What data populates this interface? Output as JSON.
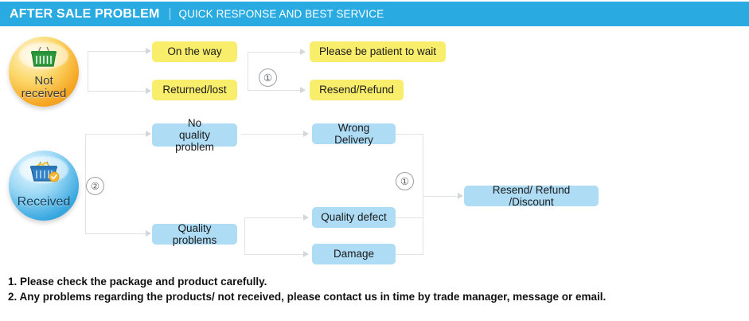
{
  "header": {
    "title": "AFTER SALE PROBLEM",
    "divider": "|",
    "subtitle": "QUICK RESPONSE AND BEST SERVICE",
    "background_color": "#29ABE2",
    "text_color": "#FFFFFF"
  },
  "colors": {
    "yellow_box": "#F9EE6C",
    "blue_box": "#AEDCF5",
    "connector": "#DFE3E6",
    "marker_border": "#9AA0A6"
  },
  "branches": {
    "not_received": {
      "circle_label_line1": "Not",
      "circle_label_line2": "received",
      "icon": "shopping-basket-icon",
      "marker": "",
      "stages": [
        {
          "label": "On the way",
          "color": "#F9EE6C"
        },
        {
          "label": "Returned/lost",
          "color": "#F9EE6C"
        }
      ],
      "marker_mid": "①",
      "outcomes": [
        {
          "label": "Please be patient to wait",
          "color": "#F9EE6C"
        },
        {
          "label": "Resend/Refund",
          "color": "#F9EE6C"
        }
      ]
    },
    "received": {
      "circle_label": "Received",
      "icon": "shopping-basket-icon",
      "marker": "②",
      "stages": [
        {
          "label_line1": "No",
          "label_line2": "quality problem",
          "color": "#AEDCF5"
        },
        {
          "label_line1": "Quality problems",
          "label_line2": "",
          "color": "#AEDCF5"
        }
      ],
      "problems": [
        {
          "label": "Wrong Delivery",
          "color": "#AEDCF5"
        },
        {
          "label": "Quality defect",
          "color": "#AEDCF5"
        },
        {
          "label": "Damage",
          "color": "#AEDCF5"
        }
      ],
      "marker_mid": "①",
      "outcome": {
        "label": "Resend/ Refund /Discount",
        "color": "#AEDCF5"
      }
    }
  },
  "footer": {
    "note1": "1. Please check the package and product carefully.",
    "note2": "2. Any problems regarding the products/ not received, please contact us in time by trade manager, message or email."
  }
}
